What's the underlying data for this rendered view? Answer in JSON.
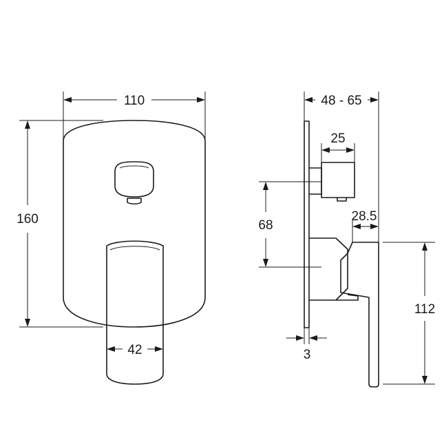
{
  "dimensions": {
    "front_width": "110",
    "front_height": "160",
    "handle_width": "42",
    "side_depth": "48 - 65",
    "diverter_length": "25",
    "spindle_spacing": "68",
    "handle_depth": "28.5",
    "handle_length": "112",
    "plate_thickness": "3"
  }
}
